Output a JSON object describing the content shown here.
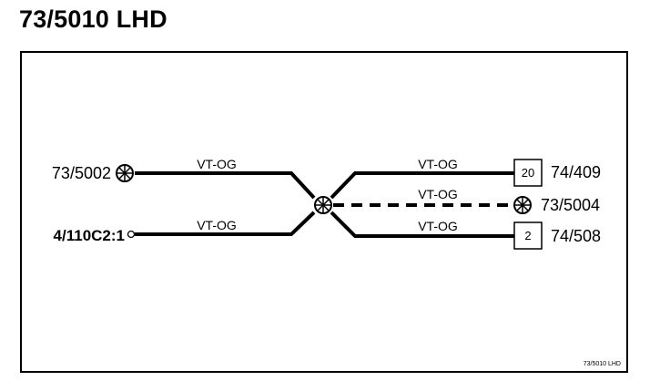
{
  "diagram": {
    "title": "73/5010 LHD",
    "footer": "73/5010  LHD",
    "left_nodes": [
      {
        "label": "73/5002",
        "symbol": "ground-splice"
      },
      {
        "label": "4/110C2:1",
        "symbol": "pin"
      }
    ],
    "right_nodes": [
      {
        "label": "74/409",
        "box": "20"
      },
      {
        "label": "73/5004",
        "symbol": "ground-splice"
      },
      {
        "label": "74/508",
        "box": "2"
      }
    ],
    "wires": [
      {
        "color_code": "VT-OG",
        "from": "73/5002",
        "to": "splice",
        "style": "solid"
      },
      {
        "color_code": "VT-OG",
        "from": "4/110C2:1",
        "to": "splice",
        "style": "solid"
      },
      {
        "color_code": "VT-OG",
        "from": "splice",
        "to": "74/409",
        "style": "solid"
      },
      {
        "color_code": "VT-OG",
        "from": "splice",
        "to": "73/5004",
        "style": "dashed"
      },
      {
        "color_code": "VT-OG",
        "from": "splice",
        "to": "74/508",
        "style": "solid"
      }
    ]
  }
}
